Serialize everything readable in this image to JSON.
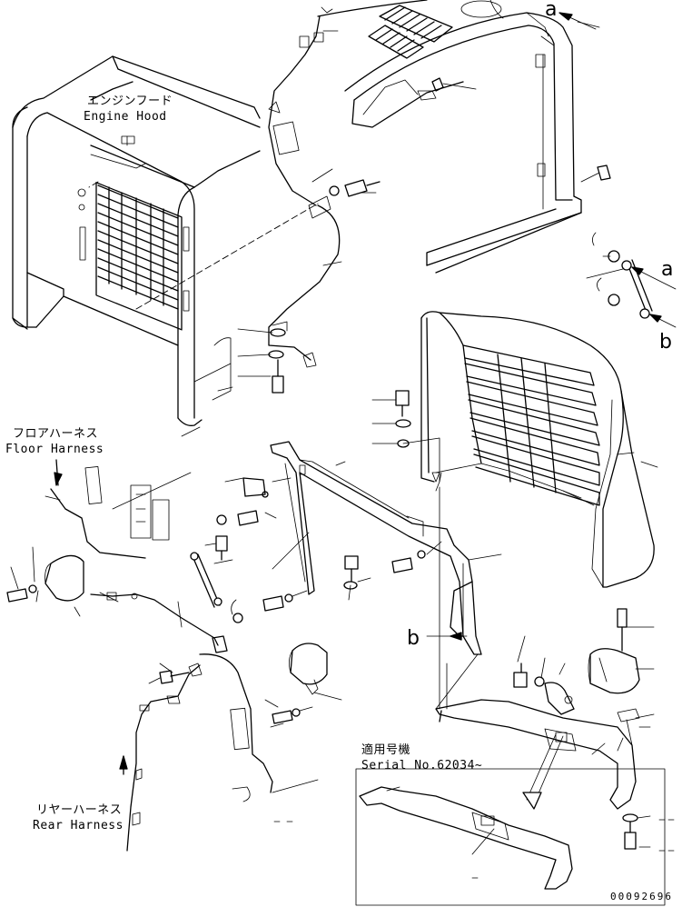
{
  "labels": {
    "engine_hood_jp": "エンジンフード",
    "engine_hood_en": "Engine Hood",
    "floor_harness_jp": "フロアハーネス",
    "floor_harness_en": "Floor Harness",
    "rear_harness_jp": "リヤーハーネス",
    "rear_harness_en": "Rear Harness",
    "serial_jp": "適用号機",
    "serial_en": "Serial No.62034~"
  },
  "reference_letters": {
    "a_top": "a",
    "a_right": "a",
    "b_right": "b",
    "b_mid": "b"
  },
  "drawing_code": "00092696"
}
